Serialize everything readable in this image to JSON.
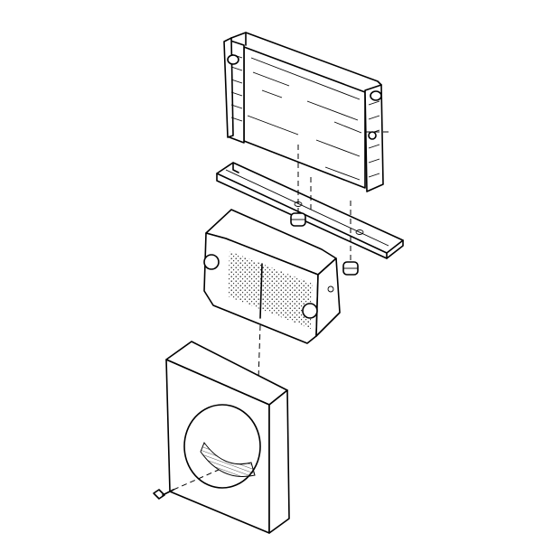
{
  "diagram": {
    "parts": [
      {
        "id": "radiator",
        "icon": "radiator-icon"
      },
      {
        "id": "mounting-bracket",
        "icon": "bracket-icon"
      },
      {
        "id": "insulator",
        "icon": "insulator-icon",
        "count": 2
      },
      {
        "id": "oil-cooler",
        "icon": "oil-cooler-icon"
      },
      {
        "id": "fan-shroud",
        "icon": "fan-shroud-icon"
      },
      {
        "id": "bolt",
        "icon": "bolt-icon"
      }
    ],
    "line_color": "#000000",
    "background": "#ffffff"
  }
}
